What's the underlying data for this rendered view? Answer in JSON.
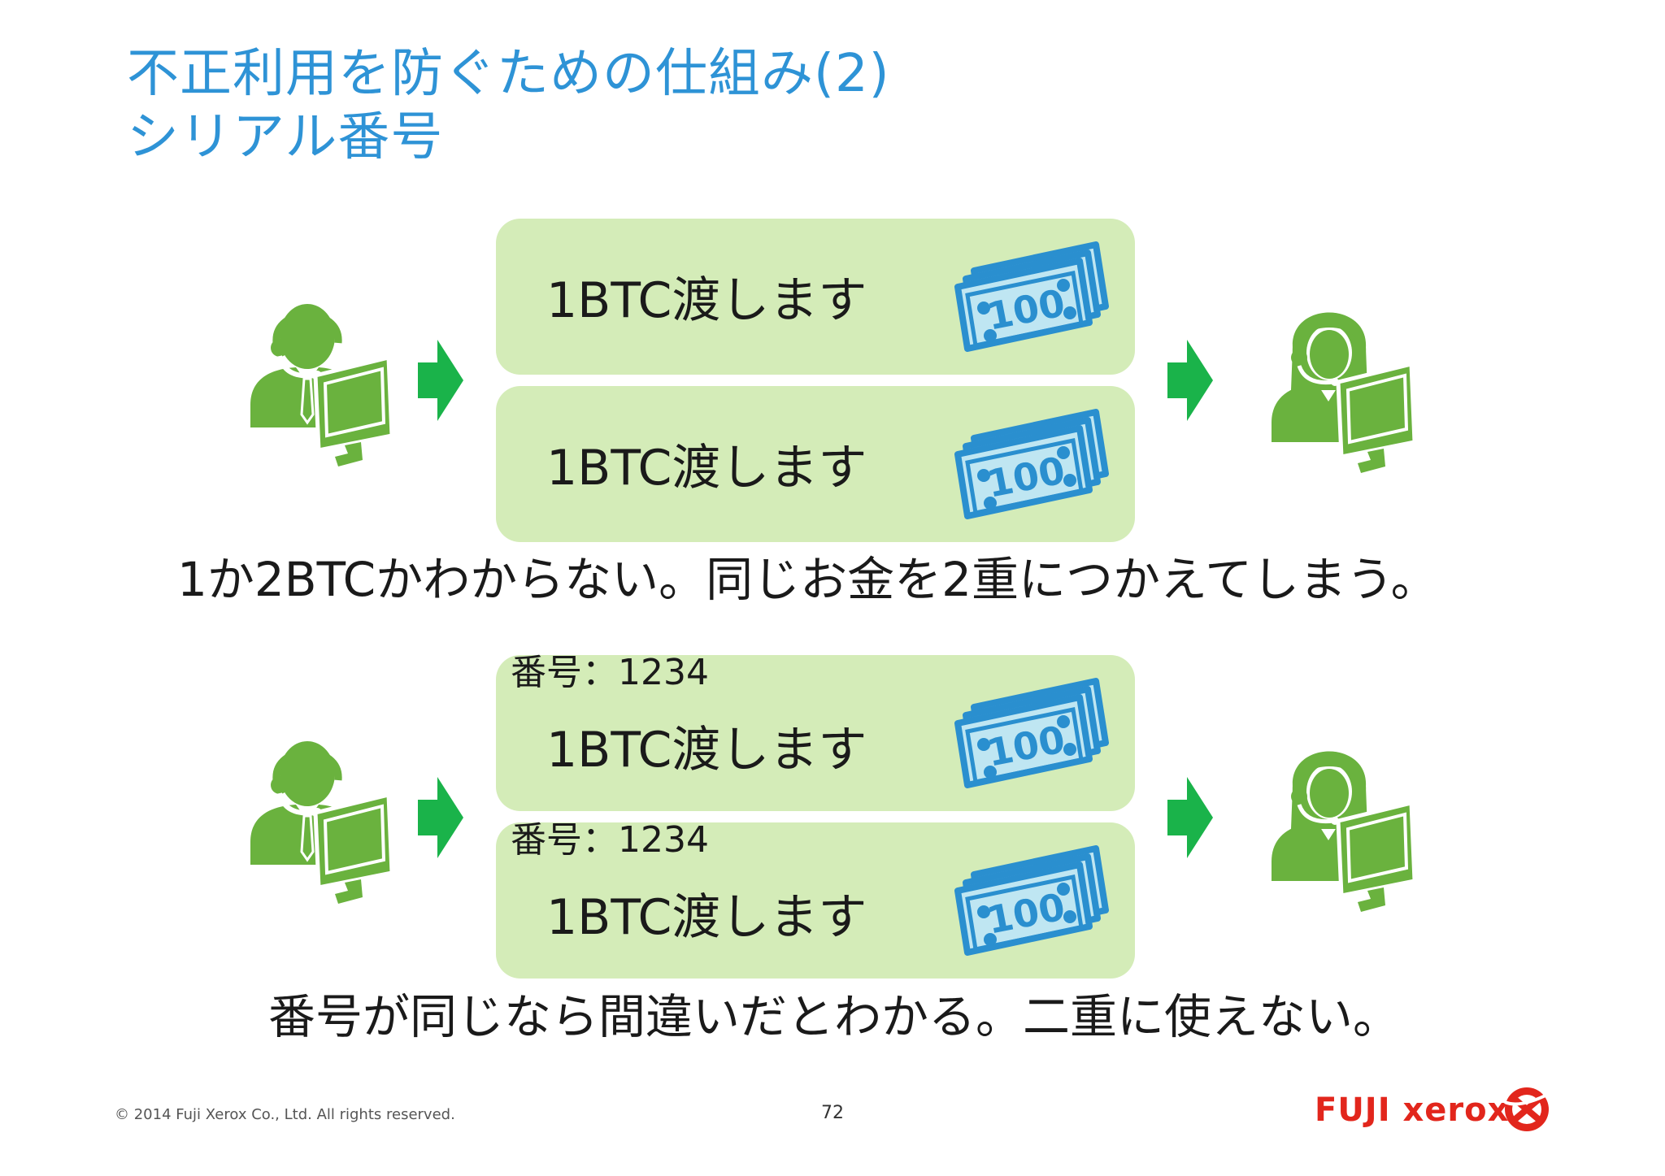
{
  "title": {
    "line1": "不正利用を防ぐための仕組み(2)",
    "line2": "シリアル番号"
  },
  "section_top": {
    "cards": [
      {
        "message": "1BTC渡します",
        "bill_label": "100"
      },
      {
        "message": "1BTC渡します",
        "bill_label": "100"
      }
    ],
    "caption": "1か2BTCかわからない。同じお金を2重につかえてしまう。"
  },
  "section_bottom": {
    "cards": [
      {
        "serial": "番号：1234",
        "message": "1BTC渡します",
        "bill_label": "100"
      },
      {
        "serial": "番号：1234",
        "message": "1BTC渡します",
        "bill_label": "100"
      }
    ],
    "caption": "番号が同じなら間違いだとわかる。二重に使えない。"
  },
  "footer": {
    "copyright": "© 2014 Fuji Xerox Co., Ltd. All rights reserved.",
    "page_number": "72",
    "logo_text": "FUJI xerox"
  },
  "colors": {
    "title": "#2e93d6",
    "card_bg": "#d4ecb8",
    "person": "#6ab23e",
    "arrow": "#1ab34a",
    "bill_fill": "#bfe6f2",
    "bill_stroke": "#2a8fcf",
    "logo": "#e2261c"
  },
  "icons": [
    "male-operator-icon",
    "female-operator-icon",
    "right-arrow-icon",
    "banknote-icon",
    "fuji-xerox-logo-icon"
  ]
}
